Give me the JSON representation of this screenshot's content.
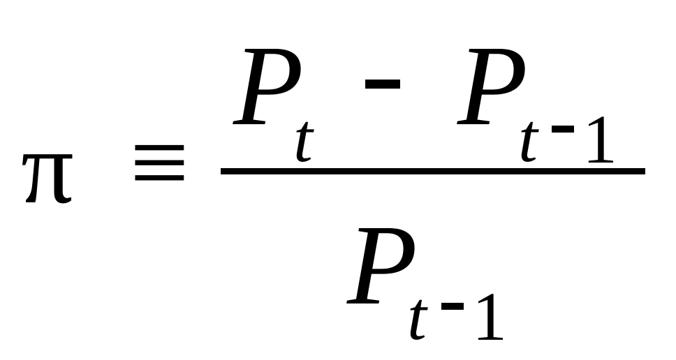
{
  "formula": {
    "lhs": "π",
    "relation": "≡",
    "numerator": {
      "first_term": {
        "base": "P",
        "subscript": "t"
      },
      "operator": "-",
      "second_term": {
        "base": "P",
        "subscript_var": "t",
        "subscript_op": "-",
        "subscript_num": "1"
      }
    },
    "denominator": {
      "base": "P",
      "subscript_var": "t",
      "subscript_op": "-",
      "subscript_num": "1"
    }
  },
  "colors": {
    "ink": "#000000",
    "background": "#ffffff"
  }
}
